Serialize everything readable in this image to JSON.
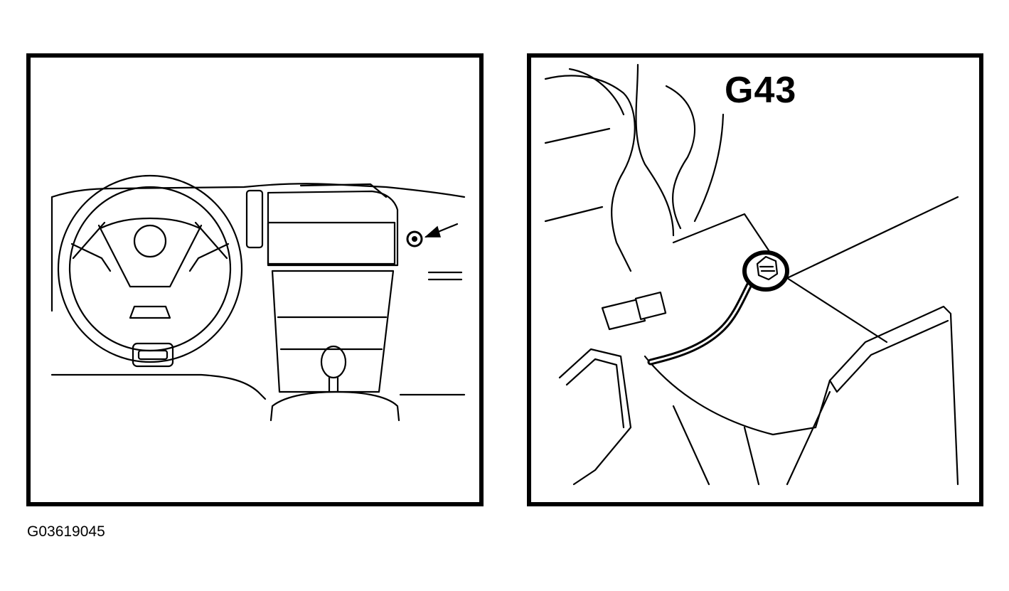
{
  "figure": {
    "id": "G03619045",
    "left_panel": {
      "view": "dashboard",
      "pointer": "arrow-indicator"
    },
    "right_panel": {
      "ground_label": "G43",
      "view": "ground-terminal"
    },
    "colors": {
      "line": "#000000",
      "background": "#ffffff"
    }
  }
}
